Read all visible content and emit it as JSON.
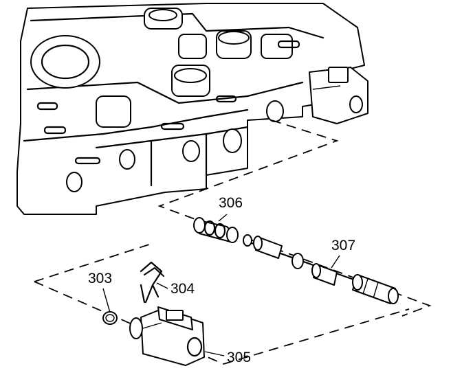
{
  "callouts": {
    "c303": "303",
    "c304": "304",
    "c305": "305",
    "c306": "306",
    "c307": "307"
  },
  "colors": {
    "line": "#000000",
    "background": "#ffffff"
  }
}
